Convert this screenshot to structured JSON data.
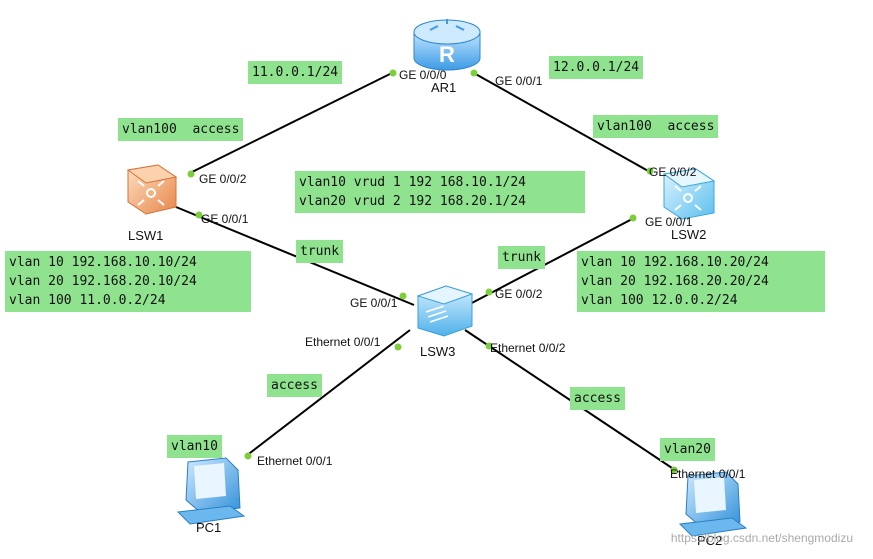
{
  "devices": {
    "ar1": "AR1",
    "lsw1": "LSW1",
    "lsw2": "LSW2",
    "lsw3": "LSW3",
    "pc1": "PC1",
    "pc2": "PC2"
  },
  "ports": {
    "ar1_ge000": "GE 0/0/0",
    "ar1_ge001": "GE 0/0/1",
    "lsw1_ge002": "GE 0/0/2",
    "lsw1_ge001": "GE 0/0/1",
    "lsw2_ge002": "GE 0/0/2",
    "lsw2_ge001": "GE 0/0/1",
    "lsw3_ge001": "GE 0/0/1",
    "lsw3_ge002": "GE 0/0/2",
    "lsw3_eth001": "Ethernet 0/0/1",
    "lsw3_eth002": "Ethernet 0/0/2",
    "pc1_eth001": "Ethernet 0/0/1",
    "pc2_eth001": "Ethernet 0/0/1"
  },
  "notes": {
    "ar1_left_ip": "11.0.0.1/24",
    "ar1_right_ip": "12.0.0.1/24",
    "link_lsw1_ar1": "vlan100  access",
    "link_lsw2_ar1": "vlan100  access",
    "vrrp_line1": "vlan10 vrud 1 192 168.10.1/24",
    "vrrp_line2": "vlan20 vrud 2 192 168.20.1/24",
    "lsw1_cfg": [
      "vlan 10 192.168.10.10/24",
      "vlan 20 192.168.20.10/24",
      "vlan 100 11.0.0.2/24"
    ],
    "lsw2_cfg": [
      "vlan 10 192.168.10.20/24",
      "vlan 20 192.168.20.20/24",
      "vlan 100 12.0.0.2/24"
    ],
    "trunk_left": "trunk",
    "trunk_right": "trunk",
    "access_left": "access",
    "access_right": "access",
    "pc1_vlan": "vlan10",
    "pc2_vlan": "vlan20"
  },
  "watermark": "https://blog.csdn.net/shengmodizu",
  "colors": {
    "note_bg": "#8fe38f",
    "link": "#000000",
    "port_dot": "#7ccf3a",
    "router": "#5fb3f0",
    "lsw1": "#f2a268",
    "lsw2": "#7fd0f5",
    "lsw3": "#86cdf3",
    "pc": "#4aa8e8"
  }
}
